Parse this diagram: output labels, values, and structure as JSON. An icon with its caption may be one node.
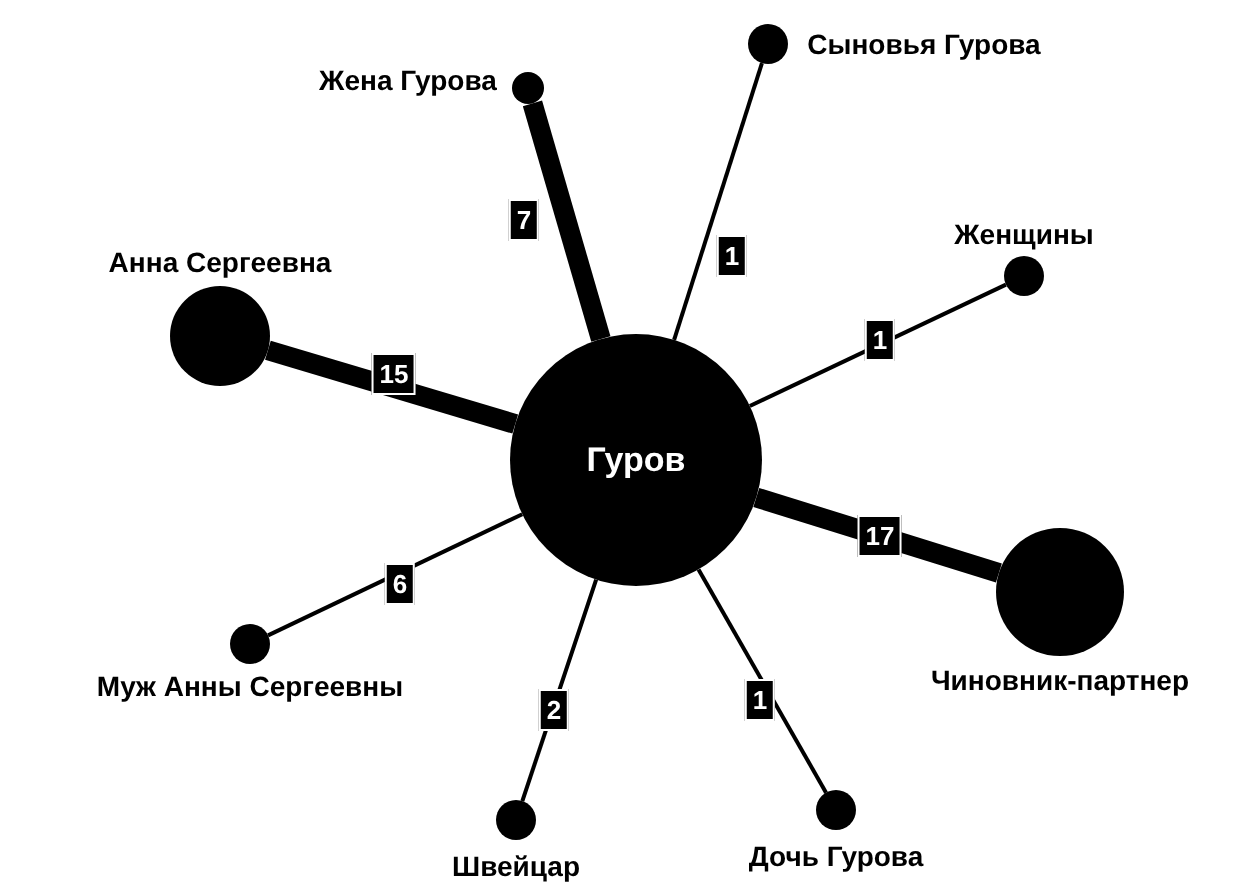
{
  "diagram": {
    "nodes": [
      {
        "text": [
          "Гуров"
        ]
      },
      {
        "text": [
          "Жена Гурова"
        ]
      },
      {
        "text": [
          "Сыновья Гурова"
        ]
      },
      {
        "text": [
          "Женщины"
        ]
      },
      {
        "text": [
          "Анна Сергеевна"
        ]
      },
      {
        "text": [
          "Чиновник-партнер"
        ]
      },
      {
        "text": [
          "Муж Анны Сергеевны"
        ]
      },
      {
        "text": [
          "Швейцар"
        ]
      },
      {
        "text": [
          "Дочь Гурова"
        ]
      }
    ],
    "edges": [
      {
        "from": 0,
        "to": 1,
        "arrow": "none",
        "label": "7",
        "style": "thick"
      },
      {
        "from": 0,
        "to": 2,
        "arrow": "none",
        "label": "1"
      },
      {
        "from": 0,
        "to": 3,
        "arrow": "none",
        "label": "1"
      },
      {
        "from": 0,
        "to": 4,
        "arrow": "none",
        "label": "15",
        "style": "thick"
      },
      {
        "from": 0,
        "to": 5,
        "arrow": "none",
        "label": "17",
        "style": "thick"
      },
      {
        "from": 0,
        "to": 6,
        "arrow": "none",
        "label": "6"
      },
      {
        "from": 0,
        "to": 7,
        "arrow": "none",
        "label": "2"
      },
      {
        "from": 0,
        "to": 8,
        "arrow": "none",
        "label": "1"
      }
    ]
  }
}
